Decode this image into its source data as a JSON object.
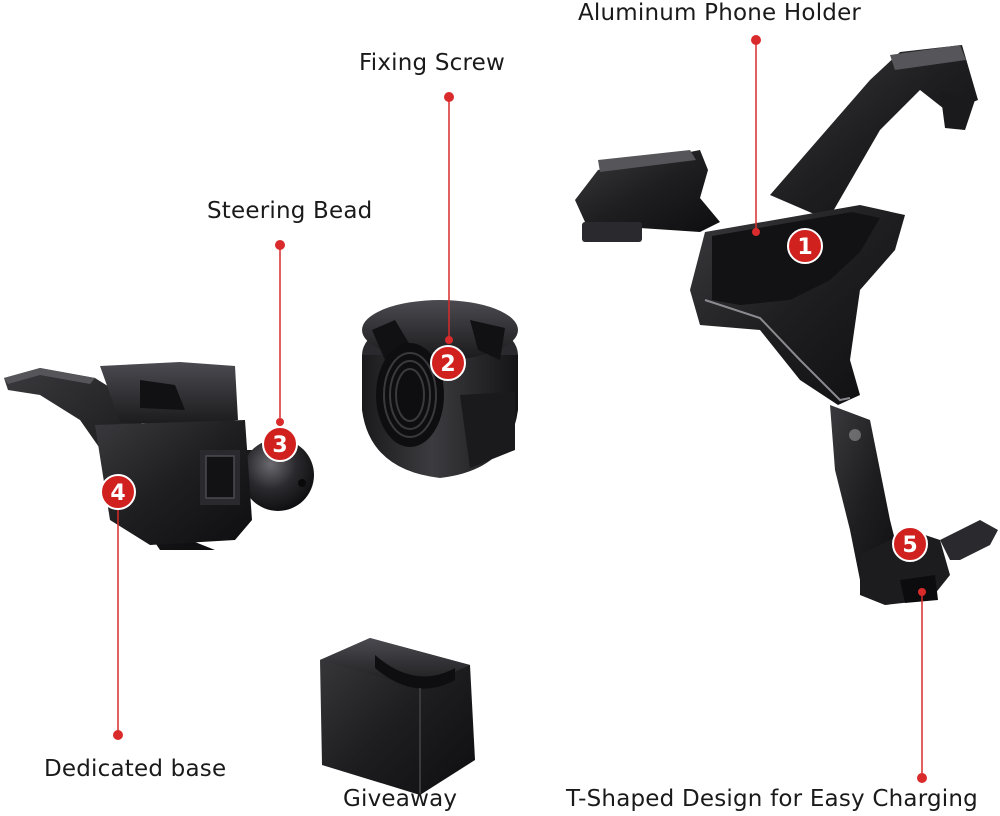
{
  "callouts": [
    {
      "number": "1",
      "label": "Aluminum Phone Holder"
    },
    {
      "number": "2",
      "label": "Fixing Screw"
    },
    {
      "number": "3",
      "label": "Steering Bead"
    },
    {
      "number": "4",
      "label": "Dedicated base"
    },
    {
      "number": "5",
      "label": "T-Shaped Design for Easy Charging"
    }
  ],
  "extra_label": "Giveaway",
  "colors": {
    "leader_line": "#d92b2b",
    "badge_fill": "#d0211f",
    "badge_stroke": "#ffffff",
    "part_dark": "#1c1c1e",
    "part_mid": "#2b2b2e",
    "part_highlight": "#5a5a60"
  }
}
